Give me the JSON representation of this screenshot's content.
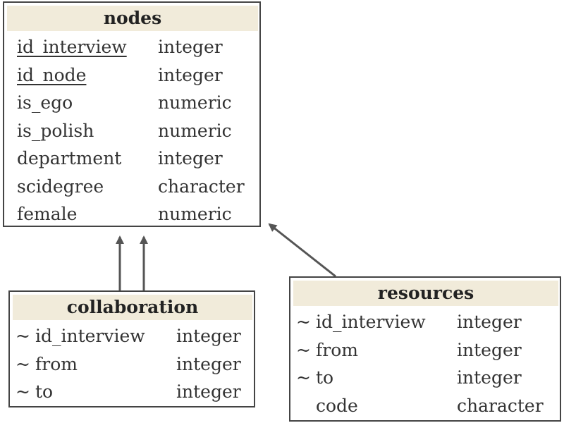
{
  "tables": [
    {
      "id": "nodes",
      "title": "nodes",
      "fields": [
        {
          "marker": "",
          "name": "id_interview",
          "type": "integer",
          "primary_key": true
        },
        {
          "marker": "",
          "name": "id_node",
          "type": "integer",
          "primary_key": true
        },
        {
          "marker": "",
          "name": "is_ego",
          "type": "numeric",
          "primary_key": false
        },
        {
          "marker": "",
          "name": "is_polish",
          "type": "numeric",
          "primary_key": false
        },
        {
          "marker": "",
          "name": "department",
          "type": "integer",
          "primary_key": false
        },
        {
          "marker": "",
          "name": "scidegree",
          "type": "character",
          "primary_key": false
        },
        {
          "marker": "",
          "name": "female",
          "type": "numeric",
          "primary_key": false
        }
      ]
    },
    {
      "id": "collaboration",
      "title": "collaboration",
      "fields": [
        {
          "marker": "~",
          "name": "id_interview",
          "type": "integer",
          "primary_key": false
        },
        {
          "marker": "~",
          "name": "from",
          "type": "integer",
          "primary_key": false
        },
        {
          "marker": "~",
          "name": "to",
          "type": "integer",
          "primary_key": false
        }
      ]
    },
    {
      "id": "resources",
      "title": "resources",
      "fields": [
        {
          "marker": "~",
          "name": "id_interview",
          "type": "integer",
          "primary_key": false
        },
        {
          "marker": "~",
          "name": "from",
          "type": "integer",
          "primary_key": false
        },
        {
          "marker": "~",
          "name": "to",
          "type": "integer",
          "primary_key": false
        },
        {
          "marker": "",
          "name": "code",
          "type": "character",
          "primary_key": false
        }
      ]
    }
  ],
  "relations": [
    {
      "from": "collaboration",
      "to": "nodes"
    },
    {
      "from": "collaboration",
      "to": "nodes"
    },
    {
      "from": "resources",
      "to": "nodes"
    }
  ],
  "colors": {
    "header_background": "#f1ebda",
    "border": "#444444",
    "text": "#333333",
    "arrow": "#555555"
  }
}
